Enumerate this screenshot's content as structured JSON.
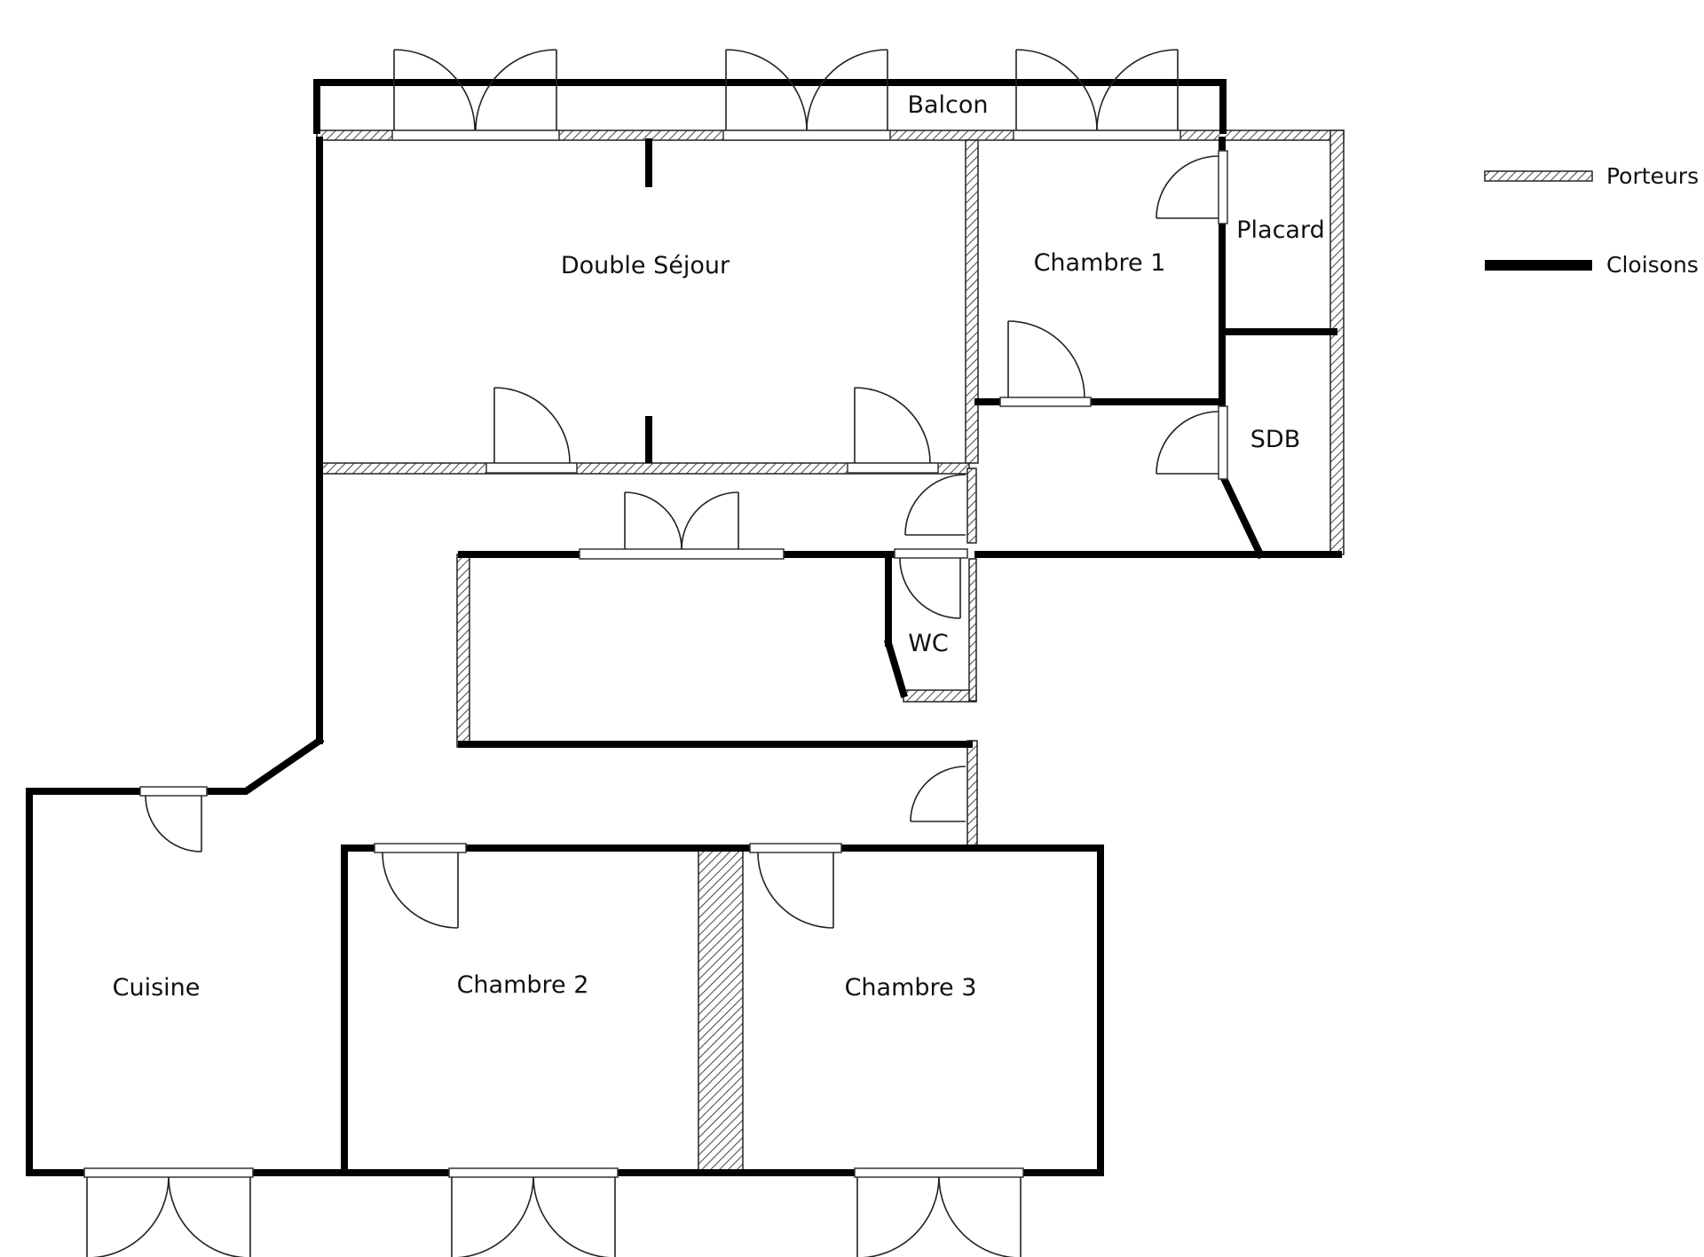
{
  "rooms": {
    "balcon": "Balcon",
    "double_sejour": "Double Séjour",
    "chambre_1": "Chambre 1",
    "placard": "Placard",
    "sdb": "SDB",
    "wc": "WC",
    "cuisine": "Cuisine",
    "chambre_2": "Chambre 2",
    "chambre_3": "Chambre 3"
  },
  "legend": {
    "porteurs": "Porteurs",
    "cloisons": "Cloisons"
  },
  "colors": {
    "wall": "#000000",
    "hatch": "#444444",
    "background": "#ffffff"
  }
}
